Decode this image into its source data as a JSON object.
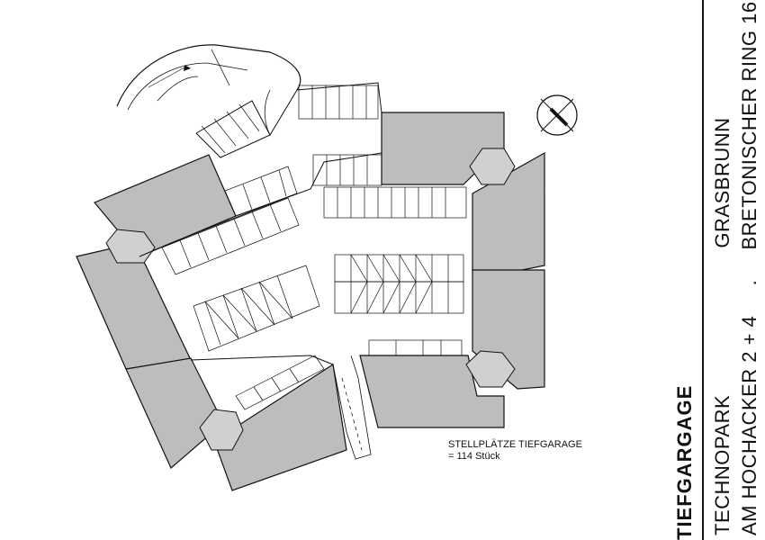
{
  "title": "TIEFGARGAGE",
  "address": {
    "line1a": "TECHNOPARK",
    "line1b": "GRASBRUNN",
    "line2a": "AM HOCHACKER 2 + 4",
    "line2b": "BRETONISCHER RING 16 + 18",
    "separator": "."
  },
  "parking_count": {
    "label": "STELLPLÄTZE  TIEFGARAGE",
    "value": "= 114 Stück"
  },
  "colors": {
    "building": "#bdbdbd",
    "line": "#111111",
    "stroke_light": "#555555"
  }
}
